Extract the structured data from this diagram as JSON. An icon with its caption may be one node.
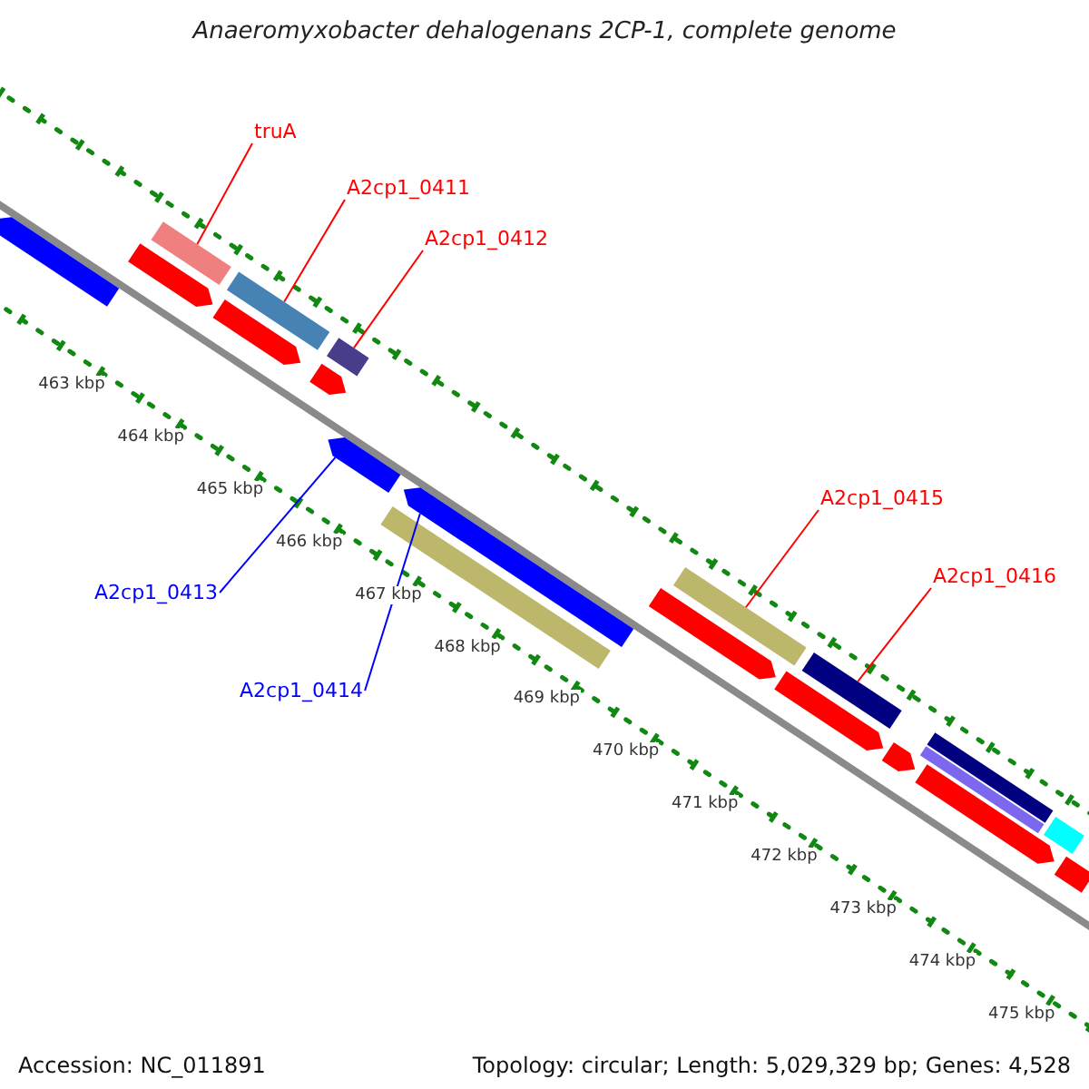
{
  "diagram": {
    "title": "Anaeromyxobacter dehalogenans 2CP-1, complete genome",
    "nodes": [
      {
        "text": [
          "truA"
        ]
      },
      {
        "text": [],
        "shape": "bar"
      },
      {
        "text": [
          "A2cp1_0411"
        ]
      },
      {
        "text": [],
        "shape": "bar"
      },
      {
        "text": [
          "A2cp1_0412"
        ]
      },
      {
        "text": [],
        "shape": "bar"
      },
      {
        "text": [
          "A2cp1_0413"
        ]
      },
      {
        "text": [],
        "shape": "bar"
      },
      {
        "text": [
          "A2cp1_0414"
        ]
      },
      {
        "text": [],
        "shape": "bar"
      },
      {
        "text": [
          "A2cp1_0415"
        ]
      },
      {
        "text": [],
        "shape": "bar"
      },
      {
        "text": [
          "A2cp1_0416"
        ]
      },
      {
        "text": [],
        "shape": "bar"
      },
      {
        "text": [],
        "shape": "bar"
      },
      {
        "text": [],
        "shape": "bar"
      },
      {
        "text": [],
        "shape": "bar"
      },
      {
        "text": [],
        "shape": "bar"
      },
      {
        "text": [],
        "shape": "bar"
      },
      {
        "text": [],
        "shape": "bar"
      },
      {
        "text": [],
        "shape": "bar"
      },
      {
        "text": [],
        "shape": "bar"
      },
      {
        "text": [],
        "shape": "bar"
      },
      {
        "text": [],
        "shape": "bar"
      },
      {
        "text": [],
        "shape": "bar"
      },
      {
        "text": [],
        "shape": "bar"
      },
      {
        "text": [],
        "shape": "bar"
      }
    ],
    "edges": [
      {
        "from": 0,
        "to": 1,
        "arrow": "none"
      },
      {
        "from": 2,
        "to": 3,
        "arrow": "none"
      },
      {
        "from": 4,
        "to": 5,
        "arrow": "none"
      },
      {
        "from": 6,
        "to": 7,
        "arrow": "none",
        "color": "#0000ff"
      },
      {
        "from": 8,
        "to": 9,
        "arrow": "none",
        "color": "#0000ff"
      },
      {
        "from": 10,
        "to": 11,
        "arrow": "none"
      },
      {
        "from": 12,
        "to": 13,
        "arrow": "none"
      }
    ],
    "labels": [
      "463 kbp",
      "464 kbp",
      "465 kbp",
      "466 kbp",
      "467 kbp",
      "468 kbp",
      "469 kbp",
      "470 kbp",
      "471 kbp",
      "472 kbp",
      "473 kbp",
      "474 kbp",
      "475 kbp",
      "Accession: NC_011891",
      "Topology: circular; Length: 5,029,329 bp; Genes: 4,528"
    ]
  }
}
